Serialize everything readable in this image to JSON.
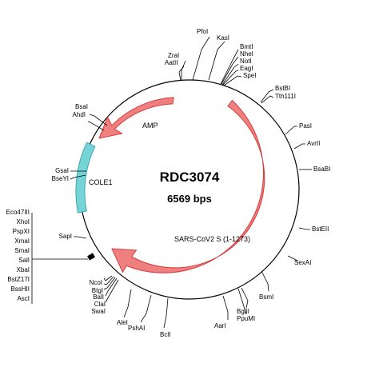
{
  "plasmid": {
    "name": "RDC3074",
    "size_label": "6569 bps"
  },
  "features": [
    {
      "id": "amp",
      "label": "AMP",
      "color": "#f08080",
      "stroke": "#d43b3b"
    },
    {
      "id": "cole1",
      "label": "COLE1",
      "color": "#76d4d6",
      "stroke": "#3aa9ac"
    },
    {
      "id": "sars",
      "label": "SARS-CoV2 S (1-1273)",
      "color": "#f08080",
      "stroke": "#d43b3b"
    }
  ],
  "sites": {
    "pfoi": "PfoI",
    "kasi": "KasI",
    "zrai": "ZraI",
    "aatii": "AatII",
    "bmti": "BmtI",
    "nhei": "NheI",
    "noti": "NotI",
    "eagi": "EagI",
    "spei": "SpeI",
    "bstbi": "BstBI",
    "tth111i": "Tth111I",
    "basi": "BsaI",
    "ahdi": "AhdI",
    "pasi": "PasI",
    "avrii": "AvrII",
    "bsabi": "BsaBI",
    "gsai": "GsaI",
    "bseyi": "BseYI",
    "bsteii": "BstEII",
    "sapi": "SapI",
    "sexai": "SexAI",
    "bsmi": "BsmI",
    "bglii": "BglII",
    "ppumi": "PpuMI",
    "aari": "AarI",
    "bcli": "BclI",
    "pshai": "PshAI",
    "alei": "AleI",
    "swai": "SwaI",
    "clai": "ClaI",
    "bali": "BalI",
    "btgi": "BtgI",
    "ncoi": "NcoI",
    "mcs": [
      "Eco47III",
      "XhoI",
      "PspXI",
      "XmaI",
      "SmaI",
      "SalI",
      "XbaI",
      "BstZ17I",
      "BssHII",
      "AscI"
    ]
  }
}
